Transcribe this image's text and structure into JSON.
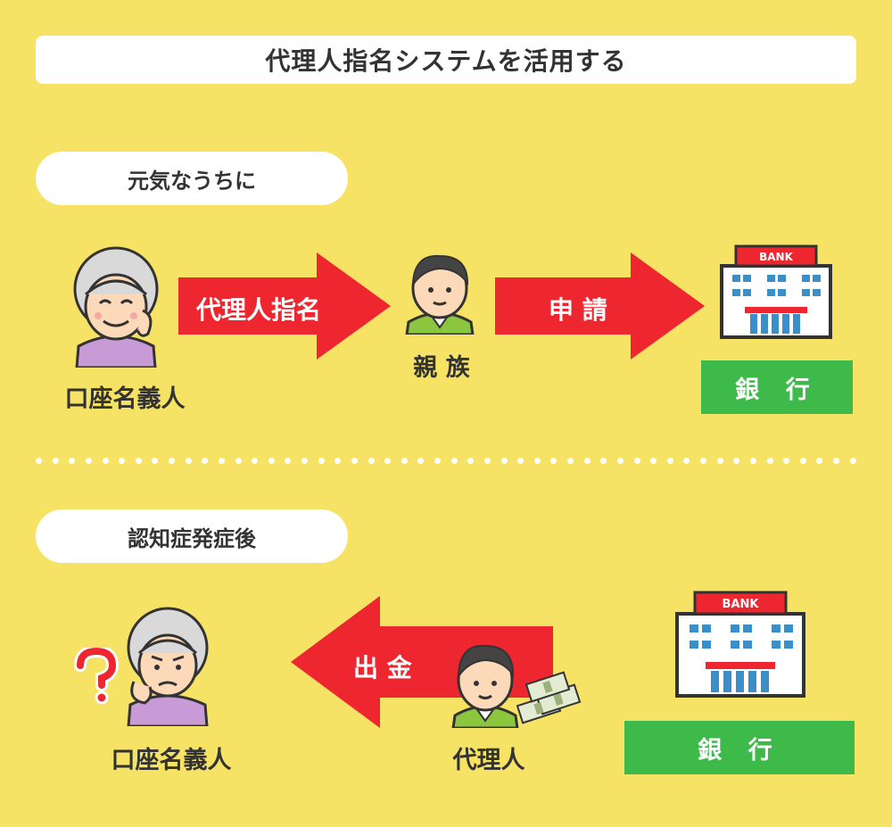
{
  "title": "代理人指名システムを活用する",
  "section1": {
    "heading": "元気なうちに",
    "arrow1": "代理人指名",
    "arrow2": "申 請",
    "person_a": "口座名義人",
    "person_b": "親 族",
    "bank_sign": "BANK",
    "bank_label": "銀 行"
  },
  "section2": {
    "heading": "認知症発症後",
    "arrow": "出 金",
    "person_a": "口座名義人",
    "person_b": "代理人",
    "bank_sign": "BANK",
    "bank_label": "銀 行"
  },
  "colors": {
    "background": "#F6E264",
    "arrow": "#EE2630",
    "bank_label": "#3DBA4A"
  },
  "icons": [
    "elderly-woman-smiling-icon",
    "relative-man-icon",
    "bank-building-icon",
    "elderly-woman-confused-icon",
    "question-mark-icon",
    "agent-man-icon",
    "cash-bundle-icon"
  ]
}
